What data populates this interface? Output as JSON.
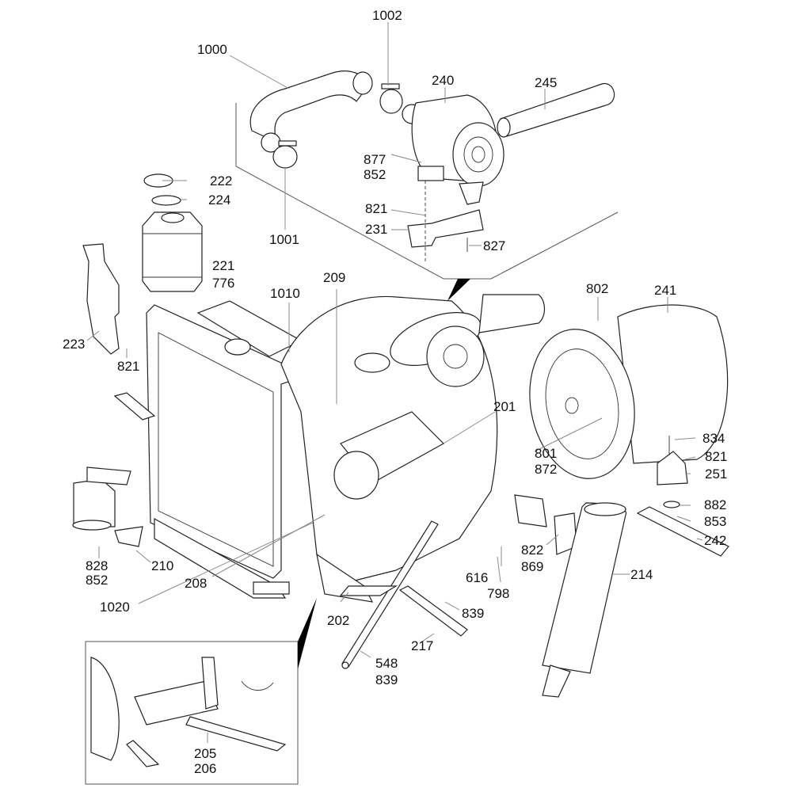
{
  "diagram": {
    "title": "Engine assembly exploded view",
    "labels": {
      "l1000": "1000",
      "l1002": "1002",
      "l240": "240",
      "l245": "245",
      "l877": "877",
      "l852a": "852",
      "l222": "222",
      "l224": "224",
      "l821a": "821",
      "l231": "231",
      "l827": "827",
      "l1001": "1001",
      "l221": "221",
      "l776": "776",
      "l209": "209",
      "l1010": "1010",
      "l802": "802",
      "l241": "241",
      "l223": "223",
      "l821b": "821",
      "l201": "201",
      "l834": "834",
      "l801": "801",
      "l872": "872",
      "l821c": "821",
      "l251": "251",
      "l882": "882",
      "l853": "853",
      "l242": "242",
      "l822": "822",
      "l869": "869",
      "l616": "616",
      "l798": "798",
      "l214": "214",
      "l828": "828",
      "l852b": "852",
      "l210": "210",
      "l208": "208",
      "l1020": "1020",
      "l202": "202",
      "l839a": "839",
      "l217": "217",
      "l548": "548",
      "l839b": "839",
      "l205": "205",
      "l206": "206"
    }
  }
}
